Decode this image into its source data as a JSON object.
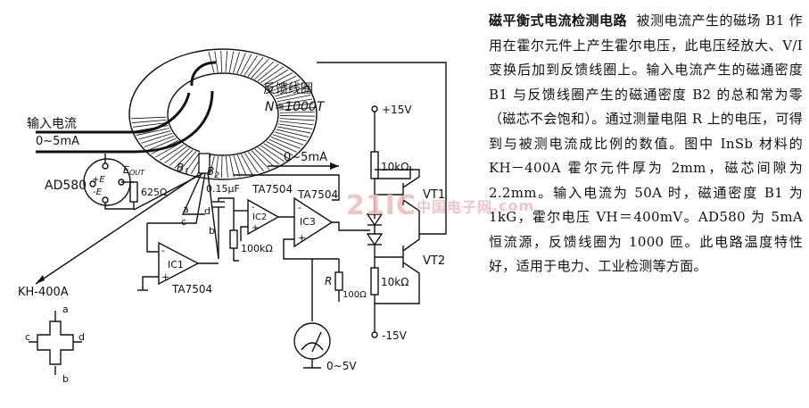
{
  "labels": {
    "feedback_coil": "反馈线圈",
    "turns": "N=1000T",
    "input_current": "输入电流",
    "input_range": "0~5mA",
    "ad580": "AD580",
    "e_out": "E",
    "e_out_sub": "OUT",
    "e_plus": "+E",
    "e_minus": "-E",
    "b1": "B",
    "b1_sub": "1",
    "b2": "B",
    "b2_sub": "2",
    "r625": "625Ω",
    "kh400a": "KH-400A",
    "node_a": "a",
    "node_b": "b",
    "node_c": "c",
    "node_d": "d",
    "cap": "0.15μF",
    "op_top1": "TA7504",
    "op_top2": "TA7504",
    "op_bottom": "TA7504",
    "ic1": "IC1",
    "ic2": "IC2",
    "ic3": "IC3",
    "r100k": "100kΩ",
    "feedback_range": "0~5mA",
    "r_label": "R",
    "r_value": "100Ω",
    "meter_range": "0~5V",
    "vplus": "+15V",
    "vminus": "-15V",
    "r10k_top": "10kΩ",
    "r10k_bottom": "10kΩ",
    "vt1": "VT1",
    "vt2": "VT2",
    "minus": "-",
    "plus": "+"
  },
  "watermark": {
    "main": "21IC",
    "sub": "中国电子网",
    "domain": ".com"
  },
  "description": {
    "title": "磁平衡式电流检测电路",
    "body": "被测电流产生的磁场 B1 作用在霍尔元件上产生霍尔电压，此电压经放大、V/I 变换后加到反馈线圈上。输入电流产生的磁通密度 B1 与反馈线圈产生的磁通密度 B2 的总和常为零（磁芯不会饱和）。通过测量电阻 R 上的电压，可得到与被测电流成比例的数值。图中 InSb 材料的 KH－400A 霍尔元件厚为 2mm，磁芯间隙为 2.2mm。输入电流为 50A 时，磁通密度 B1 为 1kG，霍尔电压 VH＝400mV。AD580 为 5mA 恒流源，反馈线圈为 1000 匝。此电路温度特性好，适用于电力、工业检测等方面。"
  }
}
